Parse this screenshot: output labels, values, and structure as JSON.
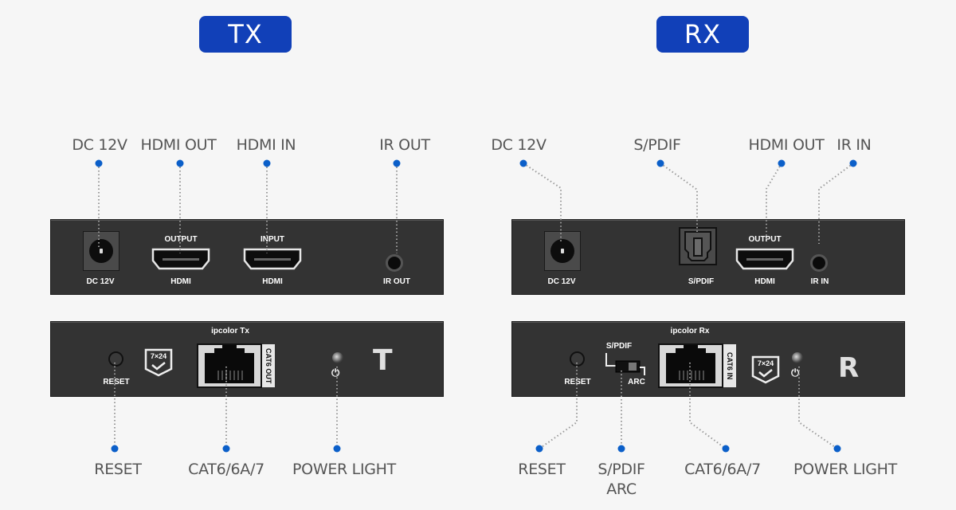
{
  "tx": {
    "badge": "TX",
    "top_callouts": [
      "DC 12V",
      "HDMI OUT",
      "HDMI IN",
      "IR OUT"
    ],
    "front_panel": {
      "dc_label": "DC 12V",
      "hdmi_out_top": "OUTPUT",
      "hdmi_out_bottom": "HDMI",
      "hdmi_in_top": "INPUT",
      "hdmi_in_bottom": "HDMI",
      "ir_label": "IR OUT"
    },
    "rear_panel": {
      "brand": "ipcolor Tx",
      "reset_label": "RESET",
      "badge_7x24": "7×24",
      "cat_label": "CAT6 OUT",
      "logo_letter": "T"
    },
    "bottom_callouts": [
      "RESET",
      "CAT6/6A/7",
      "POWER LIGHT"
    ]
  },
  "rx": {
    "badge": "RX",
    "top_callouts": [
      "DC 12V",
      "S/PDIF",
      "HDMI OUT",
      "IR IN"
    ],
    "front_panel": {
      "dc_label": "DC 12V",
      "spdif_label": "S/PDIF",
      "hdmi_out_top": "OUTPUT",
      "hdmi_out_bottom": "HDMI",
      "ir_label": "IR IN"
    },
    "rear_panel": {
      "brand": "ipcolor Rx",
      "reset_label": "RESET",
      "switch_top": "S/PDIF",
      "switch_bottom": "ARC",
      "badge_7x24": "7×24",
      "cat_label": "CAT6 IN",
      "logo_letter": "R"
    },
    "bottom_callouts": [
      "RESET",
      "S/PDIF",
      "ARC",
      "CAT6/6A/7",
      "POWER LIGHT"
    ]
  },
  "colors": {
    "accent": "#1140b8",
    "dot": "#0b5fc9",
    "panel": "#333333"
  }
}
